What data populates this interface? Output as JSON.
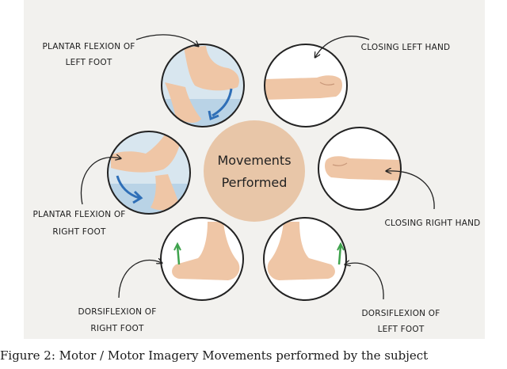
{
  "center": {
    "line1": "Movements",
    "line2": "Performed",
    "color": "#e8c6a8"
  },
  "movements": [
    {
      "id": "plantar-left",
      "label_line1": "PLANTAR FLEXION OF",
      "label_line2": "LEFT FOOT"
    },
    {
      "id": "closing-left",
      "label_line1": "CLOSING LEFT HAND",
      "label_line2": ""
    },
    {
      "id": "plantar-right",
      "label_line1": "PLANTAR FLEXION OF",
      "label_line2": "RIGHT FOOT"
    },
    {
      "id": "closing-right",
      "label_line1": "CLOSING RIGHT HAND",
      "label_line2": ""
    },
    {
      "id": "dorsi-right",
      "label_line1": "DORSIFLEXION OF",
      "label_line2": "RIGHT FOOT"
    },
    {
      "id": "dorsi-left",
      "label_line1": "DORSIFLEXION OF",
      "label_line2": "LEFT FOOT"
    }
  ],
  "caption": "Figure 2: Motor / Motor Imagery Movements performed by the subject",
  "colors": {
    "panel": "#f2f1ee",
    "skin": "#efc6a6",
    "arrow": "#2f6fb7",
    "green": "#3fa34d"
  }
}
